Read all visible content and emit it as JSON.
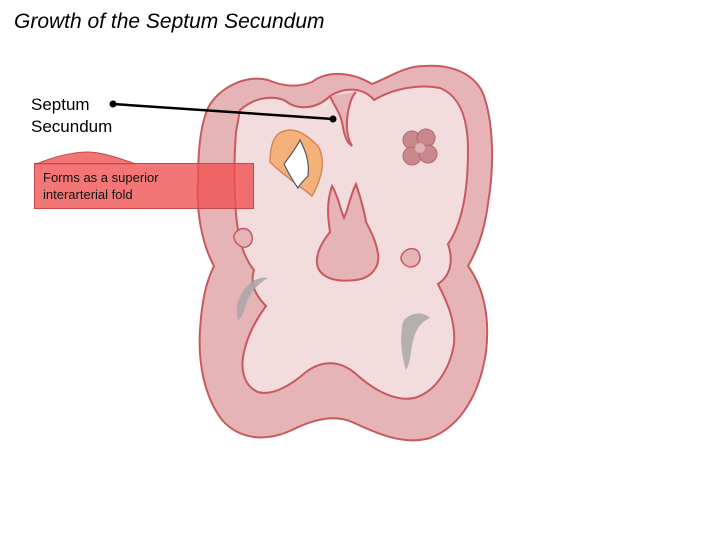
{
  "title": "Growth of the Septum Secundum",
  "pointer_label": {
    "line1": "Septum",
    "line2": "Secundum"
  },
  "callout": {
    "line1": "Forms as a superior",
    "line2": "interarterial fold"
  },
  "colors": {
    "outer_wall": "#e6b3b6",
    "wall_stroke": "#c85a5f",
    "chamber": "#f3dcdd",
    "septum_fold": "#f4b27a",
    "callout_fill": "#f05050"
  }
}
